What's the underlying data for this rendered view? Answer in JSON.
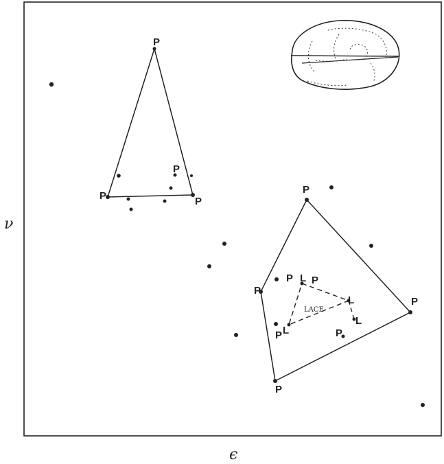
{
  "axes": {
    "y_symbol": "ν",
    "x_symbol": "ϵ"
  },
  "labels": {
    "P": "P",
    "L": "L",
    "region": "LACE"
  },
  "colors": {
    "ink": "#222222",
    "background": "#ffffff"
  }
}
